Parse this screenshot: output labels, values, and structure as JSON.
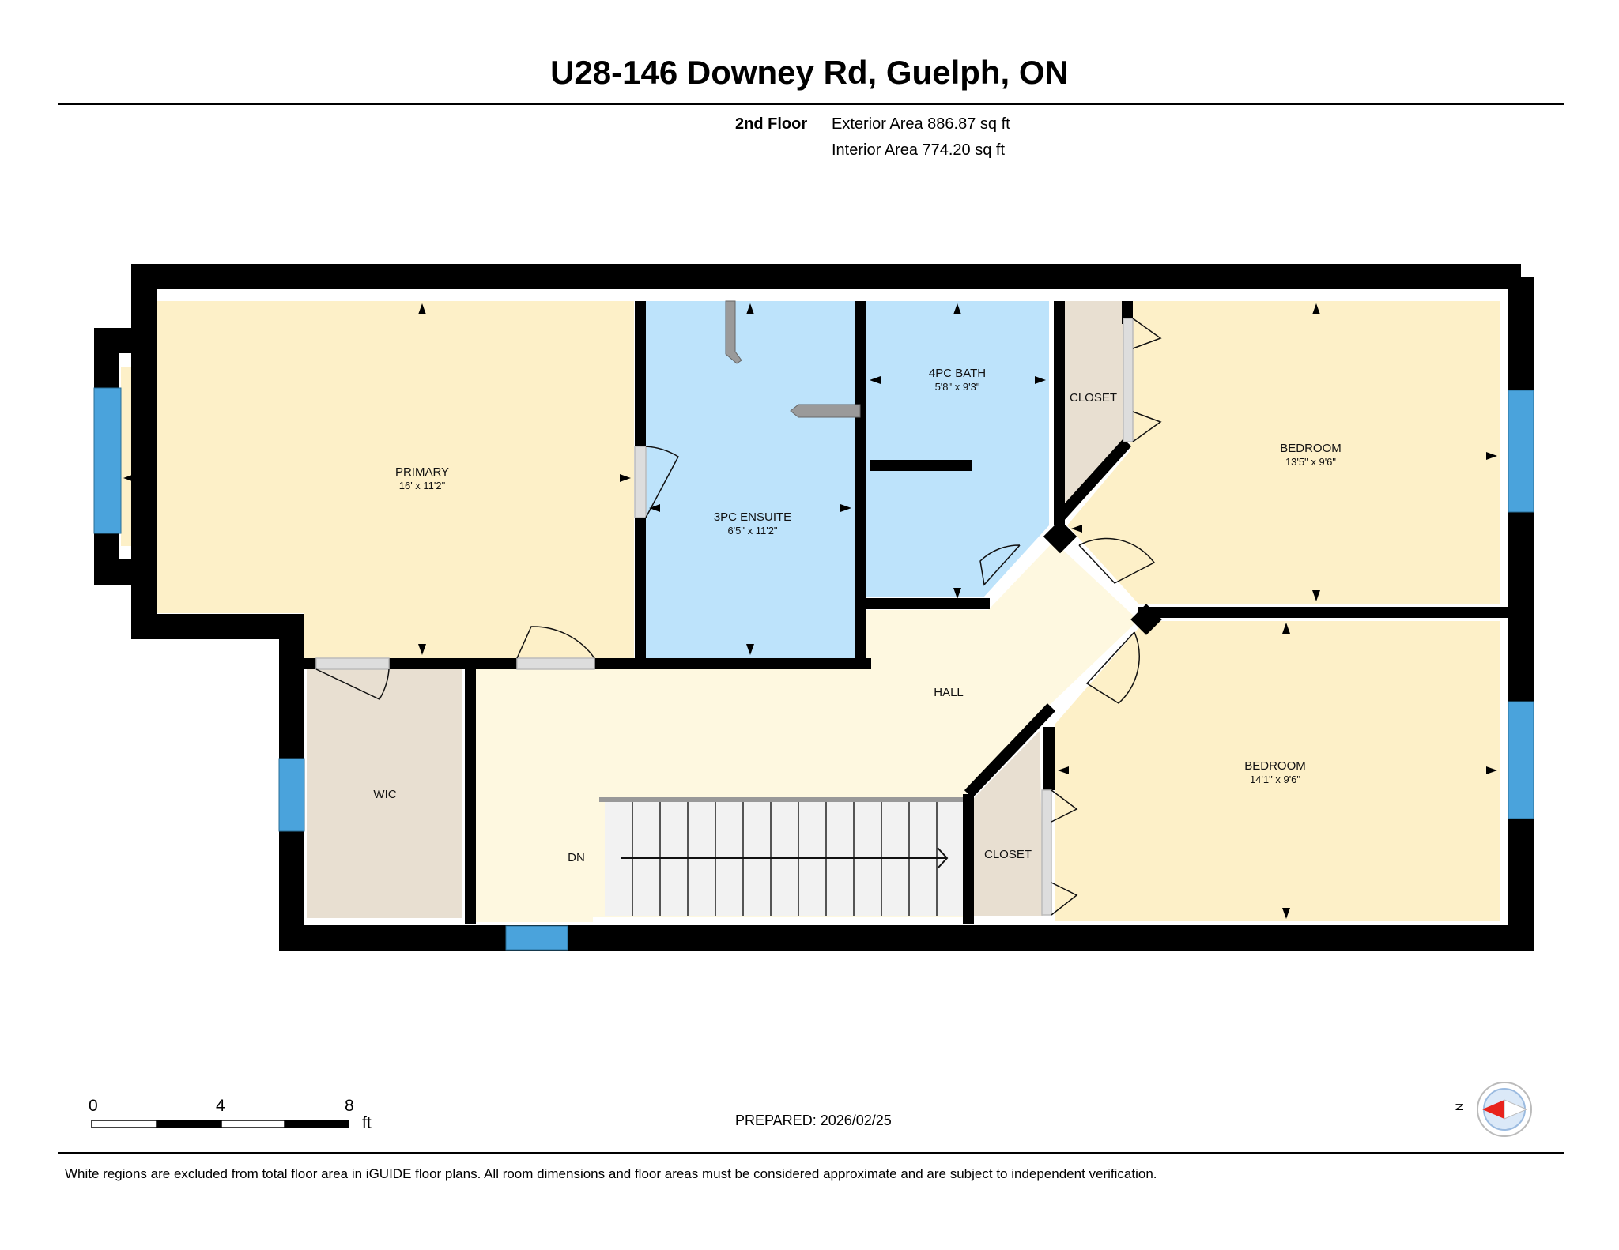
{
  "header": {
    "title": "U28-146 Downey Rd, Guelph, ON",
    "floor": "2nd Floor",
    "exterior_area": "Exterior Area 886.87 sq ft",
    "interior_area": "Interior Area 774.20 sq ft"
  },
  "rooms": {
    "primary": {
      "name": "PRIMARY",
      "dims": "16' x 11'2\""
    },
    "ensuite": {
      "name": "3PC ENSUITE",
      "dims": "6'5\" x 11'2\""
    },
    "bath": {
      "name": "4PC BATH",
      "dims": "5'8\" x 9'3\""
    },
    "closet_upper": {
      "name": "CLOSET"
    },
    "bedroom_upper": {
      "name": "BEDROOM",
      "dims": "13'5\" x 9'6\""
    },
    "bedroom_lower": {
      "name": "BEDROOM",
      "dims": "14'1\" x 9'6\""
    },
    "hall": {
      "name": "HALL"
    },
    "wic": {
      "name": "WIC"
    },
    "stairs": {
      "name": "DN"
    },
    "closet_lower": {
      "name": "CLOSET"
    }
  },
  "colors": {
    "bedroom": "#fdf0c8",
    "bath": "#bde3fb",
    "closet": "#e8dfd1",
    "hall": "#fef8e0",
    "window": "#4aa3dc",
    "wall": "#000000"
  },
  "scale_bar": {
    "labels": [
      "0",
      "4",
      "8"
    ],
    "unit": "ft"
  },
  "compass": {
    "label": "N"
  },
  "footer": {
    "prepared": "PREPARED: 2026/02/25",
    "disclaimer": "White regions are excluded from total floor area in iGUIDE floor plans. All room dimensions and floor areas must be considered approximate and are subject to independent verification."
  }
}
